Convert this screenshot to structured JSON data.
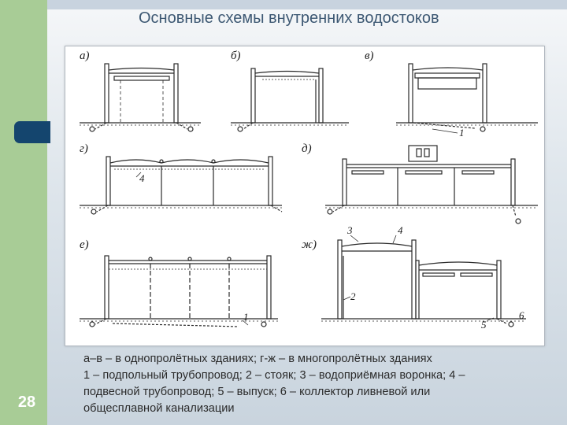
{
  "title": "Основные схемы внутренних водостоков",
  "page_number": "28",
  "figure": {
    "panel_labels": [
      "а)",
      "б)",
      "в)",
      "г)",
      "д)",
      "е)",
      "ж)"
    ],
    "callouts": [
      "1",
      "4",
      "3",
      "4",
      "2",
      "5",
      "6",
      "1"
    ]
  },
  "caption": [
    "а–в – в однопролётных зданиях; г-ж – в многопролётных зданиях",
    "1 – подпольный трубопровод; 2 – стояк; 3 – водоприёмная воронка; 4 –",
    "подвесной трубопровод; 5 – выпуск; 6 – коллектор ливневой или",
    "общесплавной канализации"
  ],
  "colors": {
    "left_band": "#a8cc96",
    "tab": "#14456e",
    "title": "#3d5873"
  }
}
